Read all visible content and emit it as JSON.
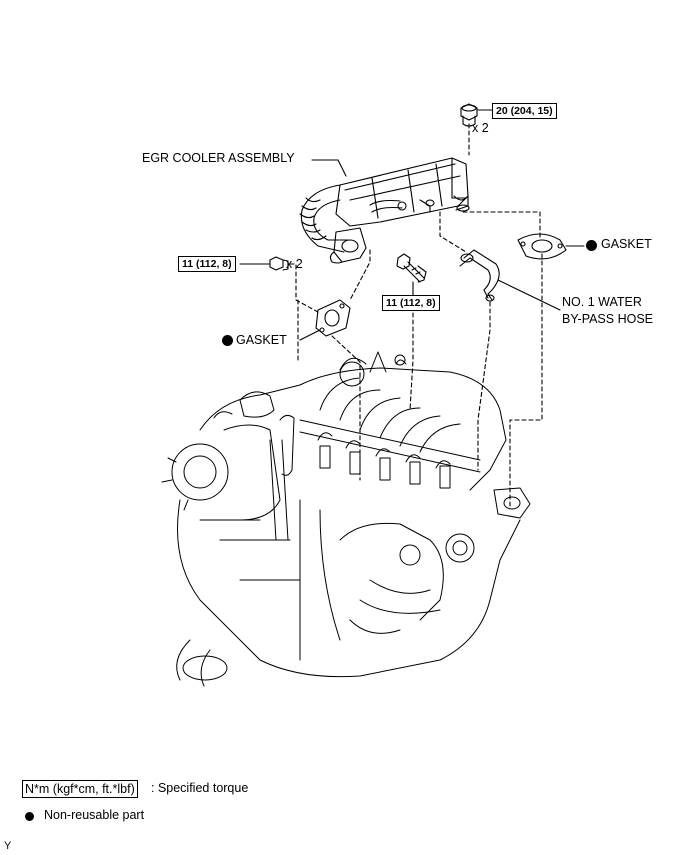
{
  "labels": {
    "egr_cooler": "EGR COOLER ASSEMBLY",
    "gasket_right": "GASKET",
    "gasket_left": "GASKET",
    "hose_line1": "NO. 1 WATER",
    "hose_line2": "BY-PASS HOSE"
  },
  "torque": {
    "top": "20 (204, 15)",
    "left": "11 (112, 8)",
    "middle": "11 (112, 8)"
  },
  "multipliers": {
    "top": "x 2",
    "left": "x 2"
  },
  "legend": {
    "torque_box": "N*m (kgf*cm, ft.*lbf)",
    "torque_text": ": Specified torque",
    "nonreusable_text": "Non-reusable part"
  },
  "corner_mark": "Y",
  "colors": {
    "ink": "#000000",
    "paper": "#ffffff"
  }
}
